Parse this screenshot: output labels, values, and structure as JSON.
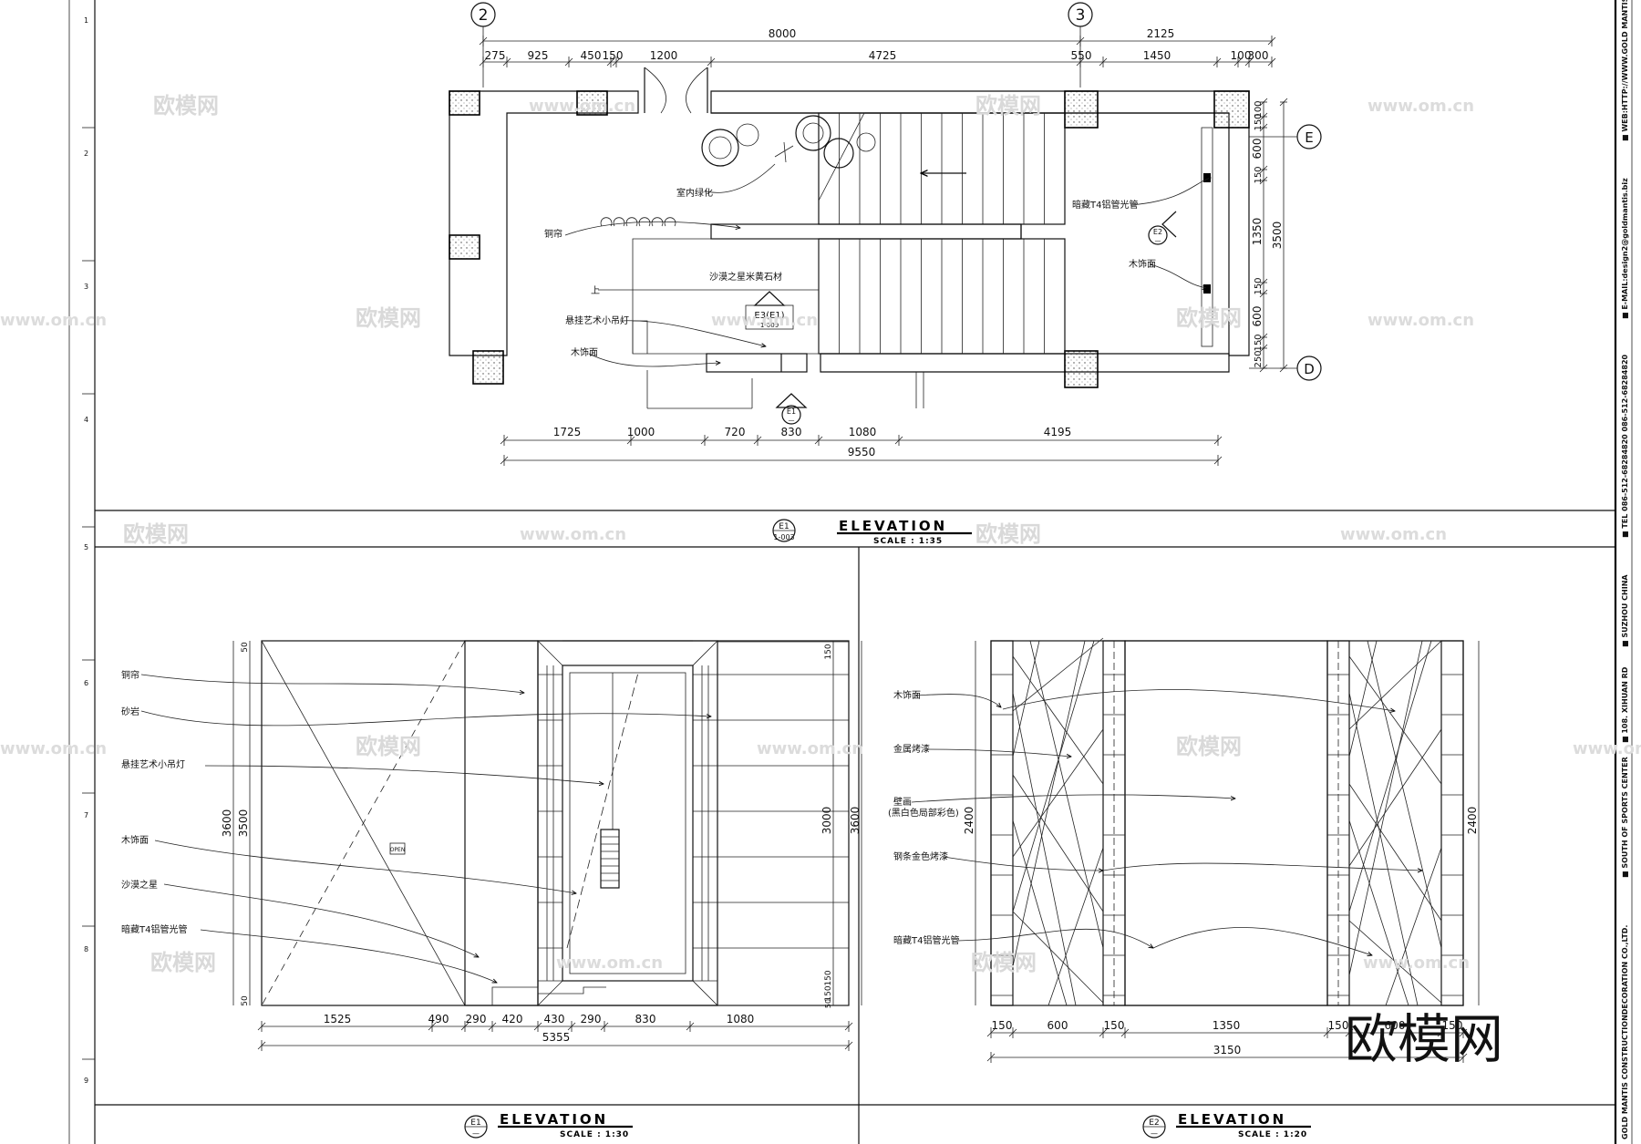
{
  "plan": {
    "grid_left": "2",
    "grid_mid": "3",
    "grid_e": "E",
    "grid_d": "D",
    "top_dims_overall": [
      "8000",
      "2125"
    ],
    "top_dims": [
      "275",
      "925",
      "450",
      "150",
      "1200",
      "4725",
      "550",
      "1450",
      "100",
      "300"
    ],
    "bottom_dims": [
      "1725",
      "1000",
      "720",
      "830",
      "1080",
      "4195"
    ],
    "bottom_total": "9550",
    "right_dims": [
      "100",
      "150",
      "600",
      "150",
      "1350",
      "150",
      "600",
      "150",
      "250"
    ],
    "right_total": "3500",
    "labels": {
      "plants": "室内绿化",
      "curtain": "铜帘",
      "stone": "沙漠之星米黄石材",
      "up": "上",
      "lamp": "悬挂艺术小吊灯",
      "veneer": "木饰面",
      "strip": "暗藏T4铝管光管",
      "veneer_right": "木饰面"
    },
    "section_tag": "E3(E1)",
    "section_sheet": "1-009",
    "tag_e1": "E1",
    "tag_e2": "E2",
    "tag_dash": "—",
    "title": "ELEVATION",
    "title_ref": "E1",
    "title_sheet": "1-003",
    "scale": "SCALE :   1:35"
  },
  "elev1": {
    "labels": [
      "铜帘",
      "砂岩",
      "悬挂艺术小吊灯",
      "木饰面",
      "沙漠之星",
      "暗藏T4铝管光管"
    ],
    "open_mark": "OPEN",
    "left_dims": [
      "3600",
      "3500"
    ],
    "left_small": [
      "50",
      "50"
    ],
    "right_dims": [
      "3000",
      "3600"
    ],
    "right_small": [
      "150",
      "150",
      "150",
      "50"
    ],
    "bottom_dims": [
      "1525",
      "490",
      "290",
      "420",
      "430",
      "290",
      "830",
      "1080"
    ],
    "bottom_total": "5355",
    "title": "ELEVATION",
    "ref": "E1",
    "ref_sheet": "—",
    "scale": "SCALE :   1:30"
  },
  "elev2": {
    "labels": [
      "木饰面",
      "金属烤漆",
      "壁画",
      "(黑白色局部彩色)",
      "钢条金色烤漆",
      "暗藏T4铝管光管"
    ],
    "left_dim": "2400",
    "right_dim": "2400",
    "bottom_dims": [
      "150",
      "600",
      "150",
      "1350",
      "150",
      "600",
      "150"
    ],
    "bottom_total": "3150",
    "title": "ELEVATION",
    "ref": "E2",
    "ref_sheet": "—",
    "scale": "SCALE :   1:20"
  },
  "border": {
    "row_numbers": [
      "1",
      "2",
      "3",
      "4",
      "5",
      "6",
      "7",
      "8",
      "9"
    ],
    "side_texts": [
      "GOLD MANTIS CONSTRUCTIONDECORATION CO.,LTD.",
      "■ SOUTH OF SPORTS CENTER",
      "■ 108. XIHUAN RD",
      "■ SUZHOU CHINA",
      "■ TEL 086-512-68284820  086-512-68284820",
      "■ E-MAIL:design2@goldmantis.biz",
      "■ WEB:HTTP://WWW.GOLD MANTIS.C"
    ]
  },
  "watermark": {
    "cn": "欧模网",
    "url": "www.om.cn",
    "logo": "欧模网"
  }
}
